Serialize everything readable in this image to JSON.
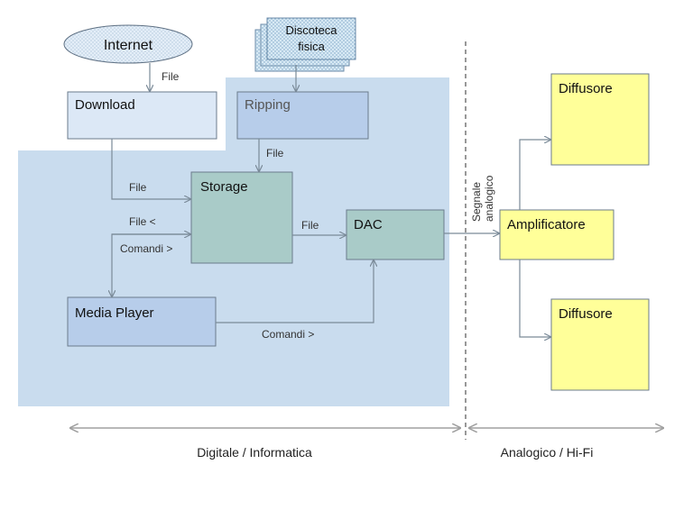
{
  "nodes": {
    "internet": "Internet",
    "discoteca_line1": "Discoteca",
    "discoteca_line2": "fisica",
    "download": "Download",
    "ripping": "Ripping",
    "storage": "Storage",
    "dac": "DAC",
    "media_player": "Media Player",
    "amplificatore": "Amplificatore",
    "diffusore_top": "Diffusore",
    "diffusore_bottom": "Diffusore"
  },
  "edges": {
    "internet_download": "File",
    "ripping_storage": "File",
    "download_storage": "File",
    "storage_mediaplayer_file": "File <",
    "mediaplayer_storage_cmd": "Comandi >",
    "storage_dac": "File",
    "mediaplayer_dac": "Comandi >",
    "dac_amp_line1": "Segnale",
    "dac_amp_line2": "analogico"
  },
  "zones": {
    "digital": "Digitale / Informatica",
    "analog": "Analogico / Hi-Fi"
  },
  "colors": {
    "digital_region": "#c9dcee",
    "download": "#dce8f6",
    "ripping": "#b7cdea",
    "storage": "#a9cbc8",
    "dac": "#a9cbc8",
    "media_player": "#b7cdea",
    "amp": "#ffff99",
    "internet": "#d4e4f4",
    "discoteca": "#d7e9f4",
    "arrow": "#7a8a98",
    "range_arrow": "#a0a0a0"
  }
}
